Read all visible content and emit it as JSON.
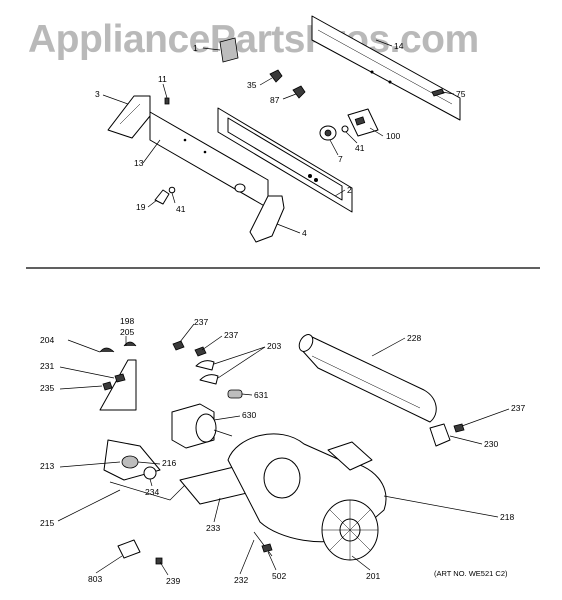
{
  "watermark": "AppliancePartsPros.com",
  "art_number": "(ART NO. WE521 C2)",
  "upper_section": {
    "labels": [
      "1",
      "3",
      "11",
      "13",
      "19",
      "41",
      "35",
      "87",
      "4",
      "2",
      "7",
      "41",
      "100",
      "75",
      "14"
    ]
  },
  "lower_section": {
    "labels": [
      "198",
      "205",
      "204",
      "231",
      "235",
      "237",
      "237",
      "203",
      "228",
      "631",
      "630",
      "237",
      "230",
      "213",
      "216",
      "234",
      "215",
      "233",
      "218",
      "803",
      "239",
      "232",
      "502",
      "201"
    ]
  },
  "colors": {
    "watermark": "#b9b9b9",
    "lines": "#000000",
    "background": "#ffffff"
  }
}
